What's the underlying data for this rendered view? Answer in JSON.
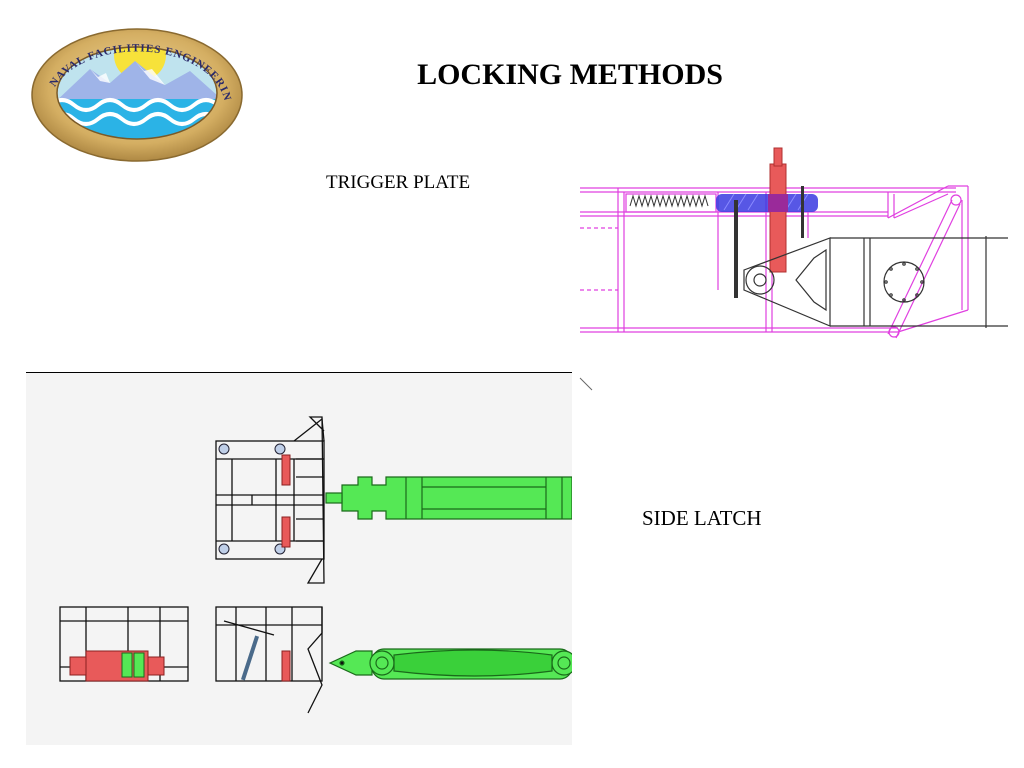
{
  "title": "LOCKING METHODS",
  "logo": {
    "text": "NAVAL FACILITIES ENGINEERING SERVICE CENTER",
    "colors": {
      "rim": "#c9a35a",
      "sky": "#bfe3ee",
      "sun": "#f7e23a",
      "mountain": "#9fb4e8",
      "water": "#2bb3e6"
    }
  },
  "labels": {
    "trigger_plate": "TRIGGER PLATE",
    "side_latch": "SIDE LATCH"
  },
  "colors": {
    "frame_magenta": "#e040e0",
    "bar_blue": "#3a3ae0",
    "pin_red": "#e85a5a",
    "latch_green": "#55e855",
    "panel_bg": "#f4f4f4"
  }
}
